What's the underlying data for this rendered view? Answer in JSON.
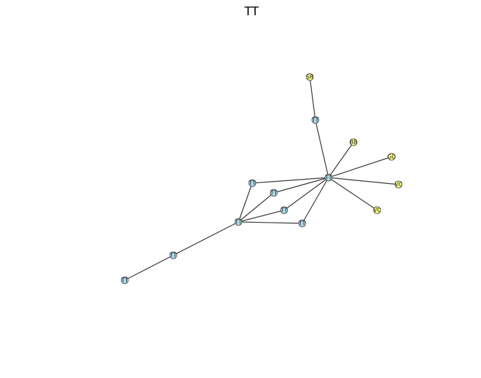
{
  "title": "TT",
  "colors": {
    "node_blue": "#add8e6",
    "node_yellow": "#ffff80",
    "edge": "#333333",
    "node_stroke": "#333333"
  },
  "nodes": [
    {
      "id": "n_sr",
      "label": "SR",
      "color": "yellow"
    },
    {
      "id": "n_top",
      "label": "TT",
      "color": "blue"
    },
    {
      "id": "n_bb",
      "label": "BB",
      "color": "yellow"
    },
    {
      "id": "n_gd",
      "label": "GD",
      "color": "yellow"
    },
    {
      "id": "n_hub",
      "label": "TT",
      "color": "blue"
    },
    {
      "id": "n_vc1",
      "label": "VC",
      "color": "yellow"
    },
    {
      "id": "n_vc2",
      "label": "VC",
      "color": "yellow"
    },
    {
      "id": "n_a",
      "label": "TT",
      "color": "blue"
    },
    {
      "id": "n_b",
      "label": "TT",
      "color": "blue"
    },
    {
      "id": "n_c",
      "label": "TT",
      "color": "blue"
    },
    {
      "id": "n_d",
      "label": "TT",
      "color": "blue"
    },
    {
      "id": "n_hub2",
      "label": "TT",
      "color": "blue"
    },
    {
      "id": "n_e",
      "label": "TT",
      "color": "blue"
    },
    {
      "id": "n_f",
      "label": "TT",
      "color": "blue"
    }
  ],
  "edges": [
    [
      "n_sr",
      "n_top"
    ],
    [
      "n_top",
      "n_hub"
    ],
    [
      "n_bb",
      "n_hub"
    ],
    [
      "n_gd",
      "n_hub"
    ],
    [
      "n_vc1",
      "n_hub"
    ],
    [
      "n_vc2",
      "n_hub"
    ],
    [
      "n_a",
      "n_hub"
    ],
    [
      "n_b",
      "n_hub"
    ],
    [
      "n_c",
      "n_hub"
    ],
    [
      "n_d",
      "n_hub"
    ],
    [
      "n_a",
      "n_hub2"
    ],
    [
      "n_b",
      "n_hub2"
    ],
    [
      "n_c",
      "n_hub2"
    ],
    [
      "n_d",
      "n_hub2"
    ],
    [
      "n_hub2",
      "n_e"
    ],
    [
      "n_e",
      "n_f"
    ]
  ]
}
